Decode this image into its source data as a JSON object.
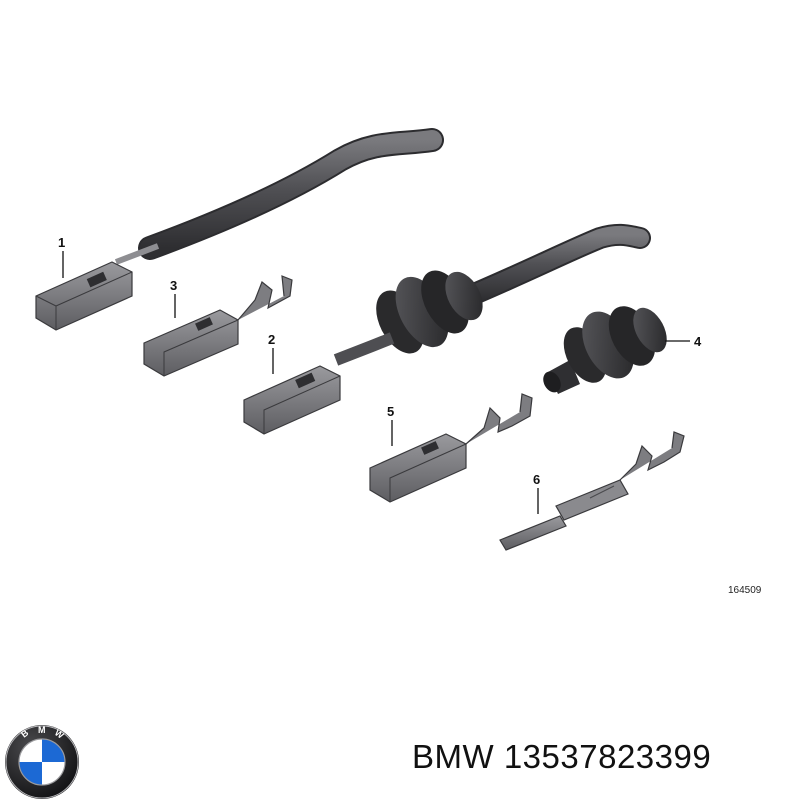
{
  "diagram": {
    "drawing_number": "164509",
    "callouts": [
      "1",
      "3",
      "2",
      "4",
      "5",
      "6"
    ]
  },
  "logo": {
    "lettering": "BMW",
    "colors": {
      "blue": "#1c69d4",
      "white": "#ffffff",
      "ring": "#1a1a1a"
    }
  },
  "caption": {
    "brand": "BMW",
    "part_number": "13537823399"
  },
  "colors": {
    "part_gray": "#6f6f73",
    "cable": "#4a4a4e",
    "seal": "#333336"
  }
}
